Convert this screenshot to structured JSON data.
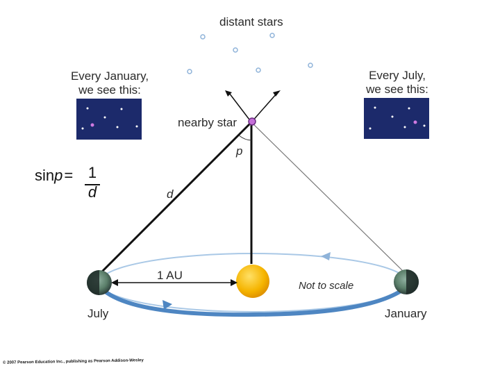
{
  "labels": {
    "distant_stars": "distant stars",
    "every_january_1": "Every January,",
    "every_january_2": "we see this:",
    "every_july_1": "Every July,",
    "every_july_2": "we see this:",
    "nearby_star": "nearby star",
    "p": "p",
    "d": "d",
    "au": "1 AU",
    "not_to_scale": "Not to scale",
    "july": "July",
    "january": "January"
  },
  "formula": {
    "lhs_fn": "sin",
    "lhs_var": "p",
    "equals": "=",
    "numerator": "1",
    "denominator": "d"
  },
  "copyright": "© 2007 Pearson Education Inc., publishing as Pearson Addison-Wesley",
  "colors": {
    "sky": "#1c2a6b",
    "orbit": "#5b8fc9",
    "sun": "#f5b400",
    "star_nearby": "#b04cc7",
    "sight_line": "#111111"
  }
}
